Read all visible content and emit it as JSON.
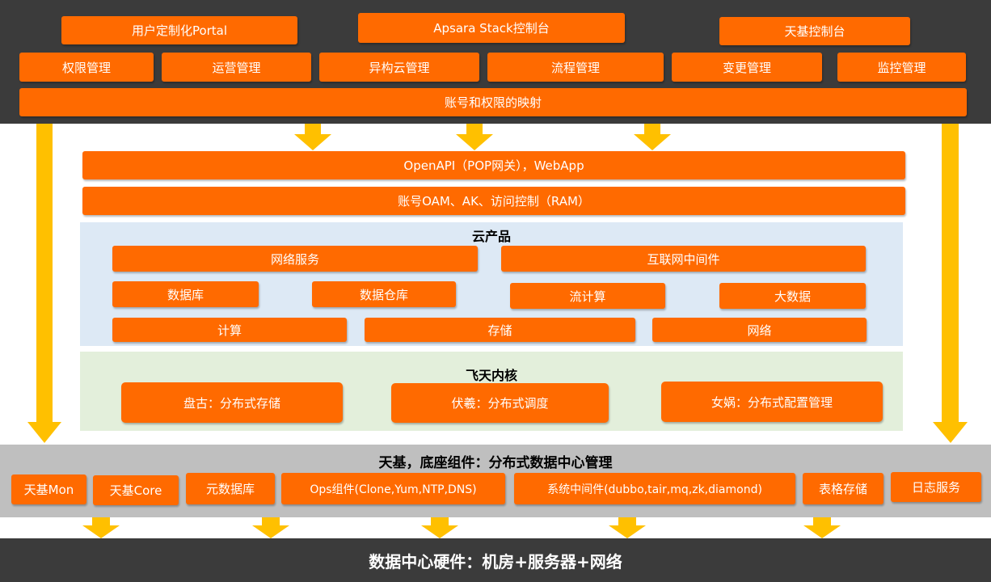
{
  "console": {
    "portal": "用户定制化Portal",
    "apsara": "Apsara Stack控制台",
    "tianji_console": "天基控制台",
    "modules": [
      "权限管理",
      "运营管理",
      "异构云管理",
      "流程管理",
      "变更管理",
      "监控管理"
    ],
    "account_mapping": "账号和权限的映射"
  },
  "api": {
    "openapi": "OpenAPI（POP网关），WebApp",
    "ram": "账号OAM、AK、访问控制（RAM）"
  },
  "cloud_products": {
    "title": "云产品",
    "row1": [
      "网络服务",
      "互联网中间件"
    ],
    "row2": [
      "数据库",
      "数据仓库",
      "流计算",
      "大数据"
    ],
    "row3": [
      "计算",
      "存储",
      "网络"
    ]
  },
  "feitian": {
    "title": "飞天内核",
    "items": [
      "盘古：分布式存储",
      "伏羲：分布式调度",
      "女娲：分布式配置管理"
    ]
  },
  "tianji": {
    "title": "天基，底座组件：分布式数据中心管理",
    "items": [
      "天基Mon",
      "天基Core",
      "元数据库",
      "Ops组件(Clone,Yum,NTP,DNS)",
      "系统中间件(dubbo,tair,mq,zk,diamond)",
      "表格存储",
      "日志服务"
    ]
  },
  "hardware": "数据中心硬件：机房+服务器+网络",
  "colors": {
    "dark_bar": "#3b3b3b",
    "orange": "#ff6a00",
    "arrow_yellow": "#ffc000",
    "cloud_bg": "#dde9f5",
    "feitian_bg": "#e3efdb",
    "tianji_bg": "#bfbfbf"
  }
}
